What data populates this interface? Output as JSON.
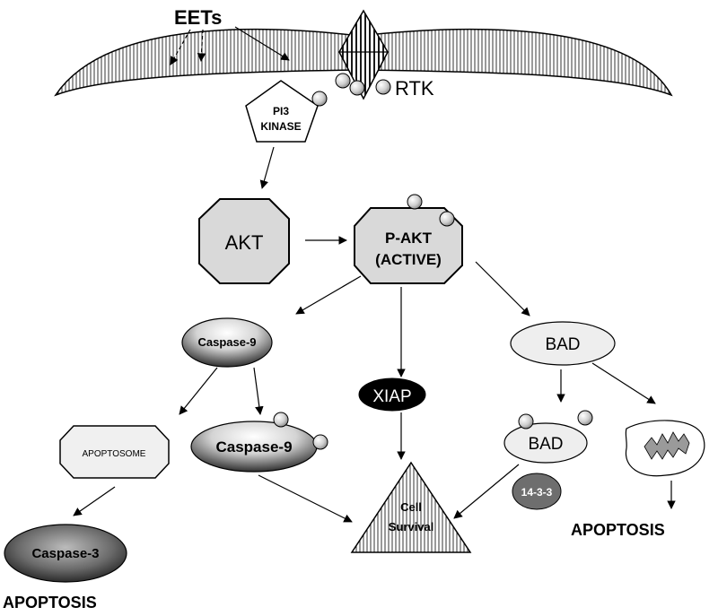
{
  "labels": {
    "eets": "EETs",
    "rtk": "RTK",
    "pi3_line1": "PI3",
    "pi3_line2": "KINASE",
    "akt": "AKT",
    "pakt_line1": "P-AKT",
    "pakt_line2": "(ACTIVE)",
    "caspase9_top": "Caspase-9",
    "caspase9_bottom": "Caspase-9",
    "xiap": "XIAP",
    "bad_top": "BAD",
    "bad_bottom": "BAD",
    "apoptosome": "APOPTOSOME",
    "caspase3": "Caspase-3",
    "protein_1433": "14-3-3",
    "cell_survival_line1": "Cell",
    "cell_survival_line2": "Survival",
    "apoptosis_left": "APOPTOSIS",
    "apoptosis_right": "APOPTOSIS"
  },
  "icons": {
    "membrane": "membrane-band-icon",
    "receptor": "receptor-diamond-icon",
    "phosphate": "phosphate-circle-icon",
    "mitochondrion": "mitochondrion-icon"
  },
  "colors": {
    "stroke": "#000000",
    "node_fill": "#d9d9d9",
    "xiap_fill": "#000000",
    "protein_1433_fill": "#6e6e6e",
    "background": "#ffffff"
  }
}
